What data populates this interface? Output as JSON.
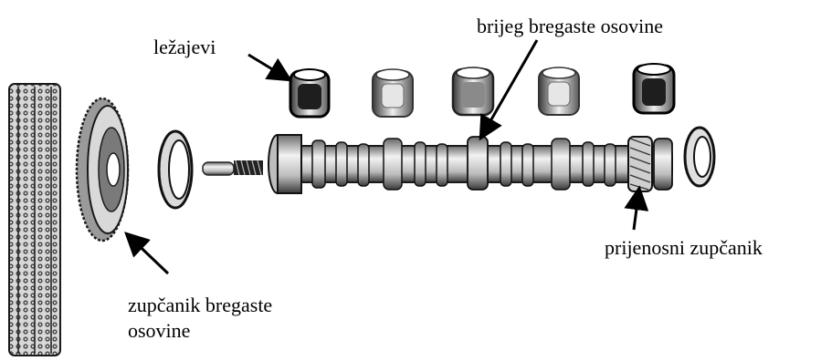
{
  "labels": {
    "bearings": "ležajevi",
    "cam_lobe": "brijeg bregaste osovine",
    "drive_gear": "prijenosni zupčanik",
    "camshaft_gear_line1": "zupčanik bregaste",
    "camshaft_gear_line2": "osovine"
  },
  "colors": {
    "ink": "#000000",
    "paper": "#ffffff",
    "metal_light": "#e6e6e6",
    "metal_mid": "#9a9a9a",
    "metal_dark": "#2a2a2a"
  }
}
